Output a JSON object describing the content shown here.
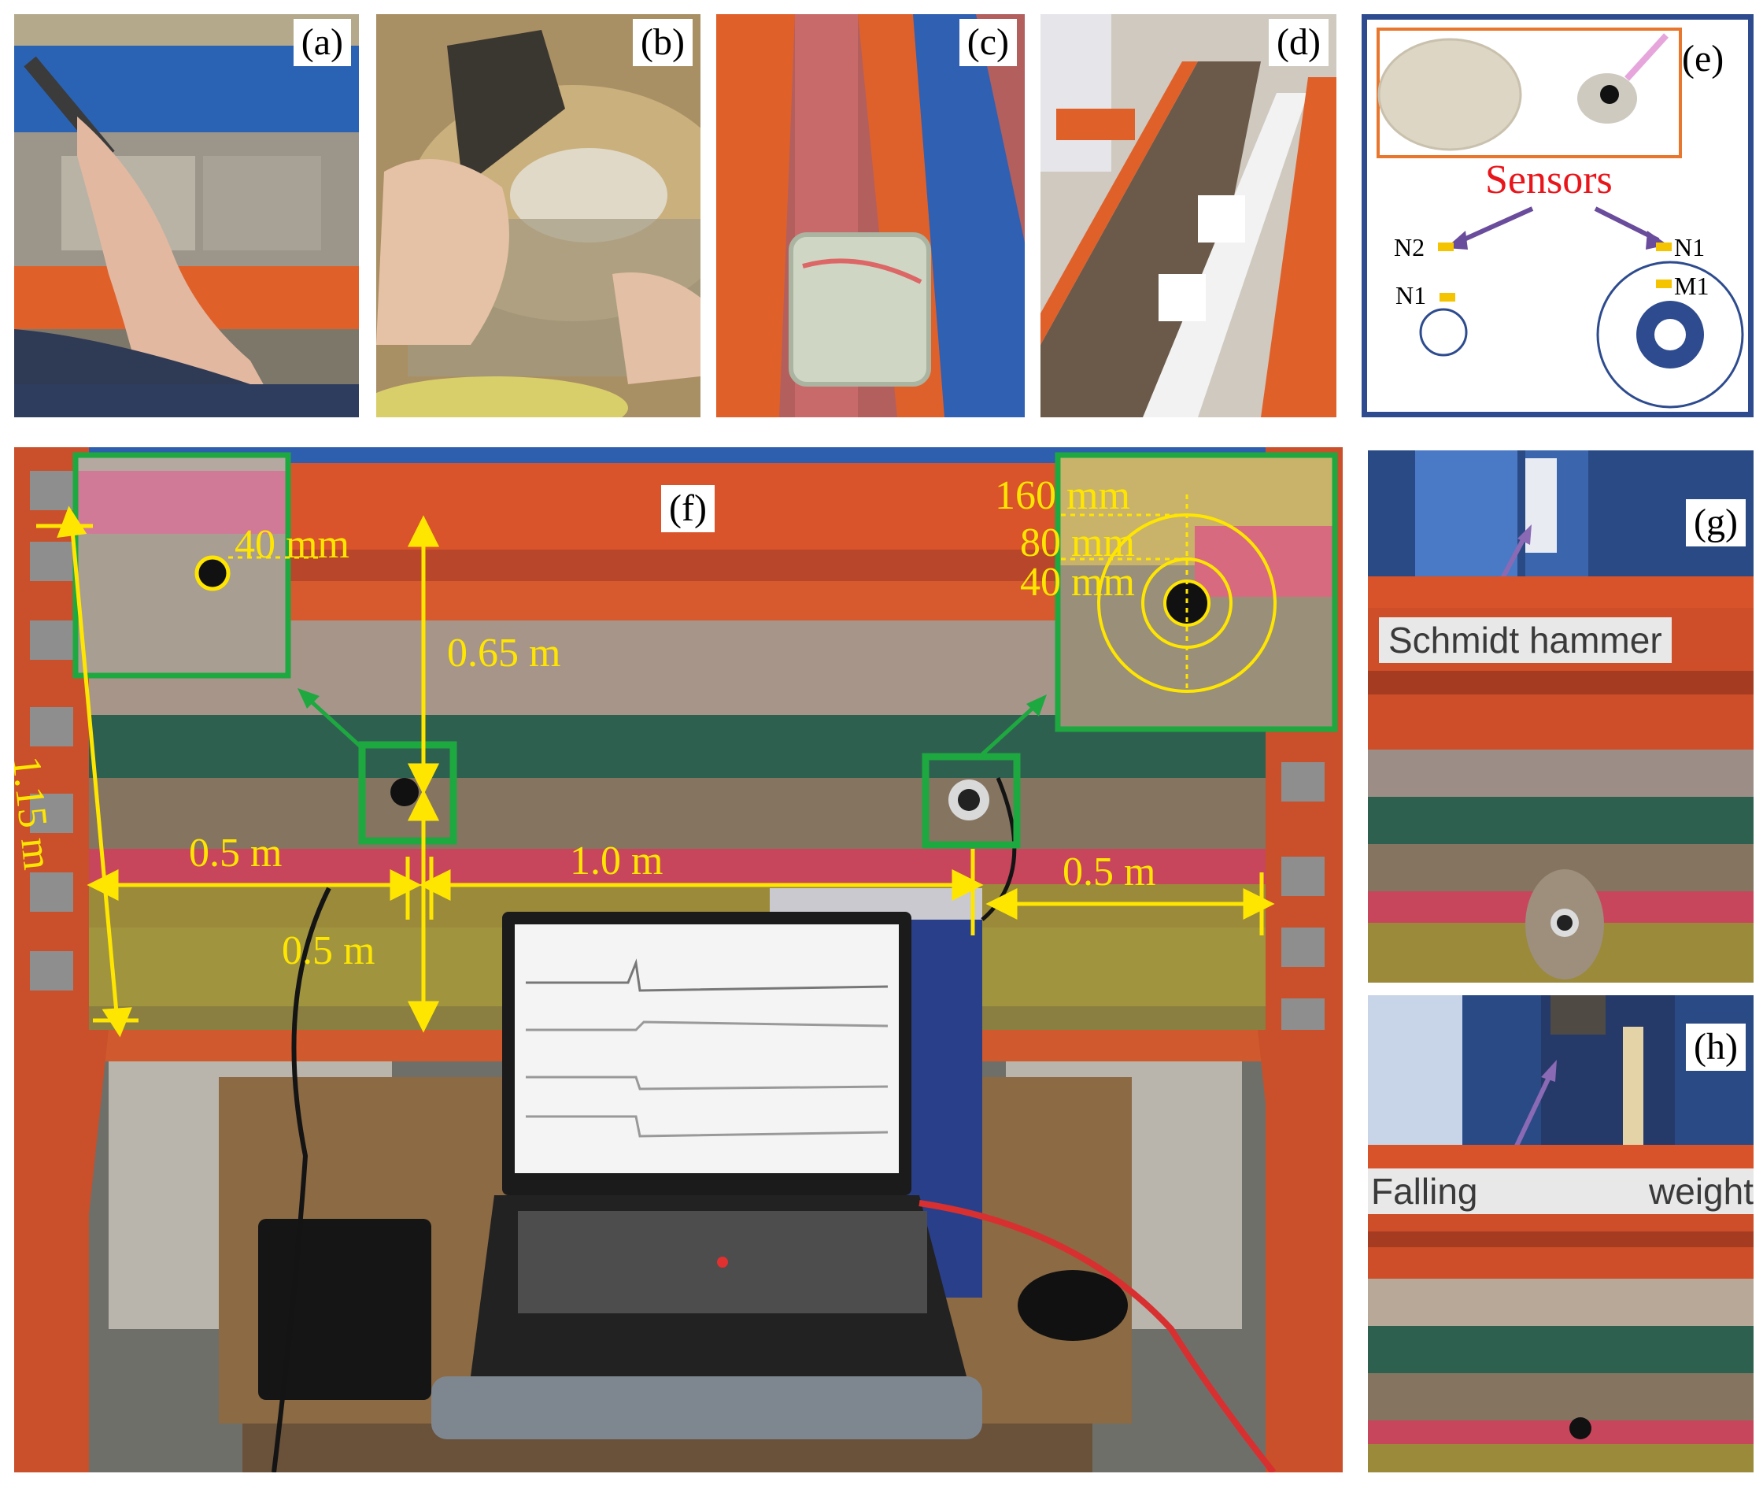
{
  "labels": {
    "a": "(a)",
    "b": "(b)",
    "c": "(c)",
    "d": "(d)",
    "e": "(e)",
    "f": "(f)",
    "g": "(g)",
    "h": "(h)"
  },
  "panel_e": {
    "title": "Sensors",
    "n2": "N2",
    "n1_top": "N1",
    "n1_left": "N1",
    "m1": "M1",
    "title_color": "#e8151b",
    "frame_color": "#2d4b8e",
    "marker_color": "#f5c400",
    "arrow_color": "#6a4c9c"
  },
  "panel_f": {
    "dim_40": "40 mm",
    "dim_160": "160 mm",
    "dim_80": "80 mm",
    "dim_40b": "40 mm",
    "dim_065": "0.65 m",
    "dim_115": "1.15 m",
    "dim_05_left": "0.5 m",
    "dim_10": "1.0 m",
    "dim_05_right": "0.5 m",
    "dim_05_bottom": "0.5 m",
    "dim_color": "#ffe600",
    "box_color": "#1ea840"
  },
  "panel_g": {
    "caption": "Schmidt hammer"
  },
  "panel_h": {
    "caption_left": "Falling",
    "caption_right": "weight"
  }
}
